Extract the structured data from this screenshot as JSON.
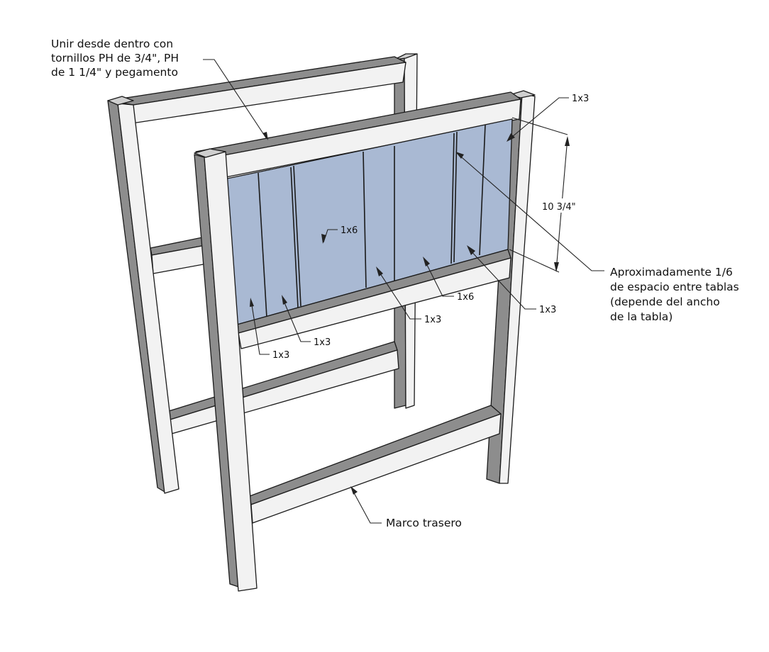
{
  "labels": {
    "join_note": [
      "Unir desde dentro con",
      "tornillos PH de 3/4\", PH",
      "de 1 1/4\" y pegamento"
    ],
    "spacing_note": [
      "Aproximadamente 1/6",
      "de espacio entre tablas",
      "(depende del ancho",
      "de la tabla)"
    ],
    "back_frame": "Marco trasero",
    "dimension": "10 3/4\"",
    "board_top_right": "1x3",
    "board_center_1x6": "1x6",
    "board_right_1x6": "1x6",
    "board_far_right_1x3": "1x3",
    "board_mid_1x3": "1x3",
    "board_left_1x3_a": "1x3",
    "board_left_1x3_b": "1x3"
  },
  "colors": {
    "wood_face": "#f2f2f2",
    "wood_side": "#8d8d8d",
    "wood_top": "#cfcfcf",
    "panel": "#a9b9d3",
    "edge": "#1a1a1a"
  }
}
